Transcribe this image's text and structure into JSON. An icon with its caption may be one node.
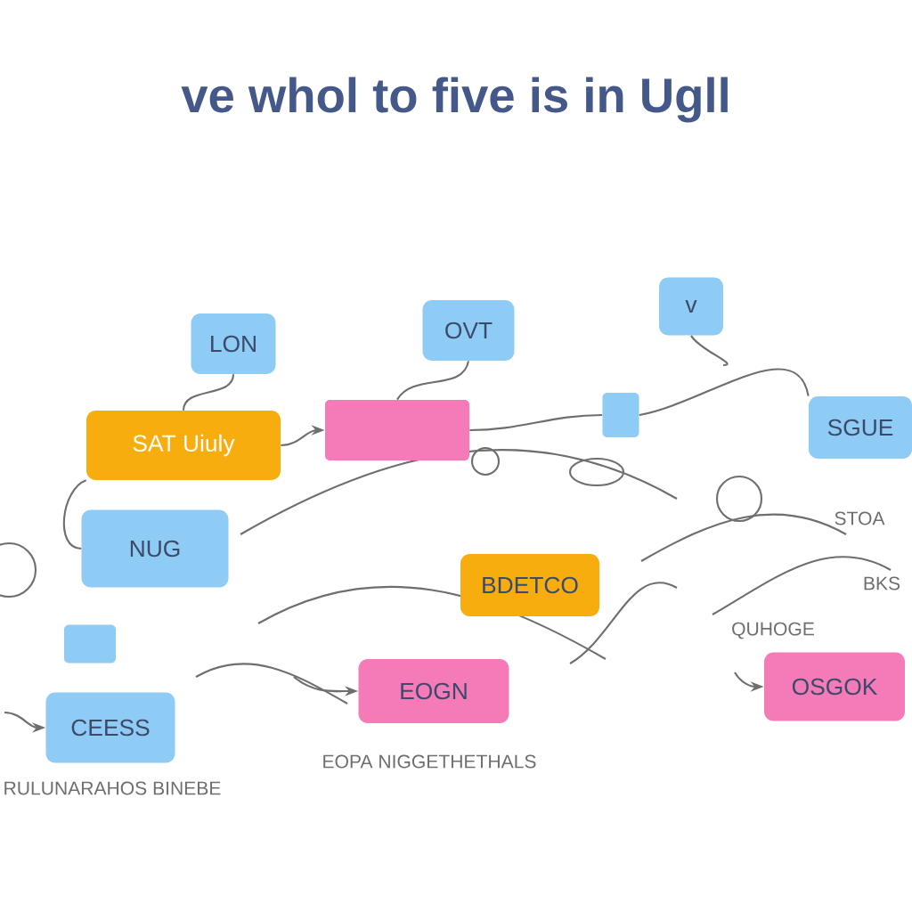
{
  "diagram": {
    "title": "ve whol to five is in Ugll",
    "nodes": [
      {
        "text": [
          "LON"
        ]
      },
      {
        "text": [
          "SAT Uiuly"
        ]
      },
      {
        "text": [],
        "shape": "box"
      },
      {
        "text": [
          "OVT"
        ]
      },
      {
        "text": [
          "v"
        ]
      },
      {
        "text": [],
        "shape": "box"
      },
      {
        "text": [
          "SGUE"
        ]
      },
      {
        "text": [
          "NUG"
        ]
      },
      {
        "text": [
          "BDETCO"
        ]
      },
      {
        "text": [],
        "shape": "box"
      },
      {
        "text": [
          "CEESS"
        ]
      },
      {
        "text": [
          "EOGN"
        ]
      },
      {
        "text": [
          "OSGOK"
        ]
      }
    ],
    "edges": [
      {
        "from": 0,
        "to": 1,
        "arrow": "none"
      },
      {
        "from": 1,
        "to": 2,
        "arrow": "to"
      },
      {
        "from": 2,
        "to": 5,
        "arrow": "none"
      },
      {
        "from": 1,
        "to": 7,
        "arrow": "none"
      },
      {
        "from": 5,
        "to": 6,
        "arrow": "none"
      },
      {
        "from": 3,
        "to": 2,
        "arrow": "none"
      },
      {
        "from": 4,
        "to": null,
        "arrow": "none"
      },
      {
        "from": null,
        "to": 10,
        "arrow": "to"
      },
      {
        "from": null,
        "to": 11,
        "arrow": "to"
      },
      {
        "from": null,
        "to": 12,
        "arrow": "to"
      }
    ],
    "labels": [
      "STOA",
      "BKS",
      "QUHOGE",
      "EOPA NIGGETHETHALS",
      "RULUNARAHOS BINEBE"
    ]
  }
}
